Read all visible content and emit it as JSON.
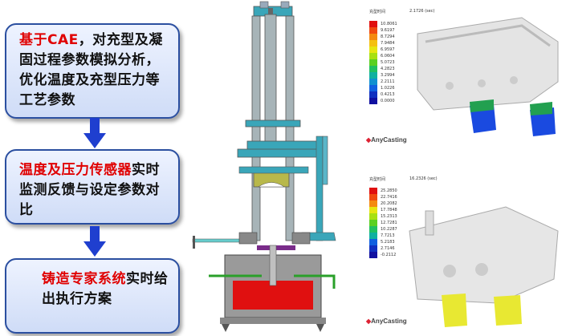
{
  "steps": [
    {
      "segments": [
        {
          "text": "基于CAE",
          "red": true
        },
        {
          "text": "，对充型及凝固过程参数模拟分析，优化温度及充型压力等工艺参数",
          "red": false
        }
      ]
    },
    {
      "segments": [
        {
          "text": "温度及压力传感器",
          "red": true
        },
        {
          "text": "实时监测反馈与设定参数对比",
          "red": false
        }
      ]
    },
    {
      "segments": [
        {
          "text": "铸造专家系统",
          "red": true
        },
        {
          "text": "实时给出执行方案",
          "red": false
        }
      ]
    }
  ],
  "simulations": [
    {
      "title": "充型时间",
      "subtitle": "2.1726 (sec)",
      "brand": "AnyCasting",
      "legend": [
        "10.8061",
        "9.6197",
        "8.7294",
        "7.9484",
        "6.9597",
        "6.0604",
        "5.0723",
        "4.2823",
        "3.2994",
        "2.2111",
        "1.0226",
        "0.4213",
        "0.0000"
      ]
    },
    {
      "title": "充型时间",
      "subtitle": "16.2326 (sec)",
      "brand": "AnyCasting",
      "legend": [
        "25.2850",
        "22.7416",
        "20.2082",
        "17.7848",
        "15.2313",
        "12.7281",
        "10.2287",
        "7.7213",
        "5.2183",
        "2.7146",
        "-0.2112"
      ]
    }
  ],
  "colors": {
    "accent_red": "#e00000",
    "panel_border": "#2b4fa0",
    "arrow": "#1f3fcf",
    "legend": [
      "#e01010",
      "#f04a10",
      "#f48a10",
      "#f4c010",
      "#e6e610",
      "#a8e010",
      "#5ad020",
      "#20c060",
      "#10b0a0",
      "#1090d0",
      "#1060e0",
      "#1030c0",
      "#1010a0"
    ]
  }
}
